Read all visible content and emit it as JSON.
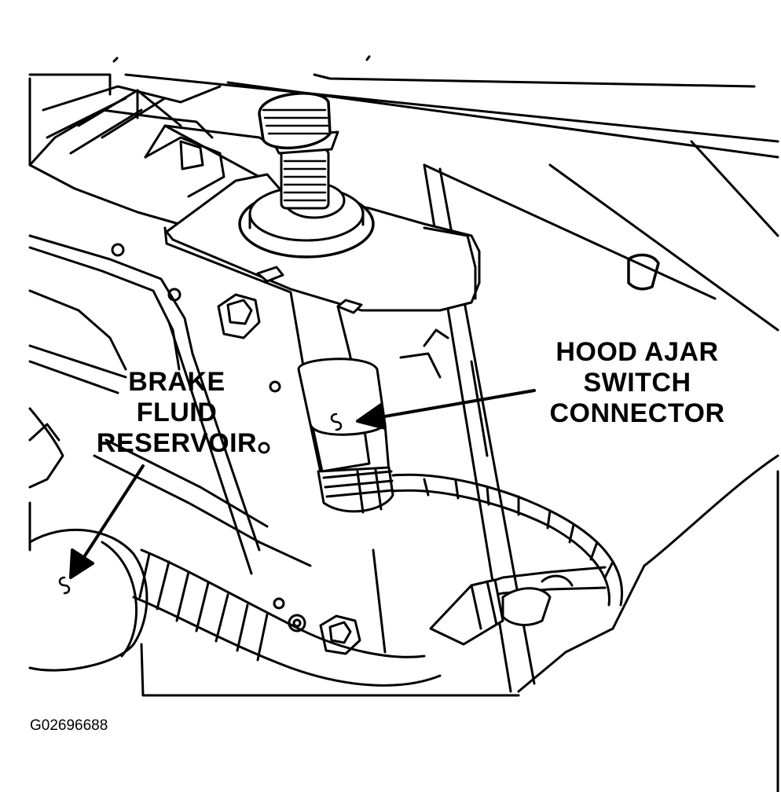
{
  "labels": {
    "hood_ajar": [
      "HOOD AJAR",
      "SWITCH",
      "CONNECTOR"
    ],
    "brake_fluid": [
      "BRAKE",
      "FLUID",
      "RESERVOIR"
    ]
  },
  "figure_code": "G02696688",
  "colors": {
    "ink": "#000000",
    "paper": "#ffffff"
  }
}
